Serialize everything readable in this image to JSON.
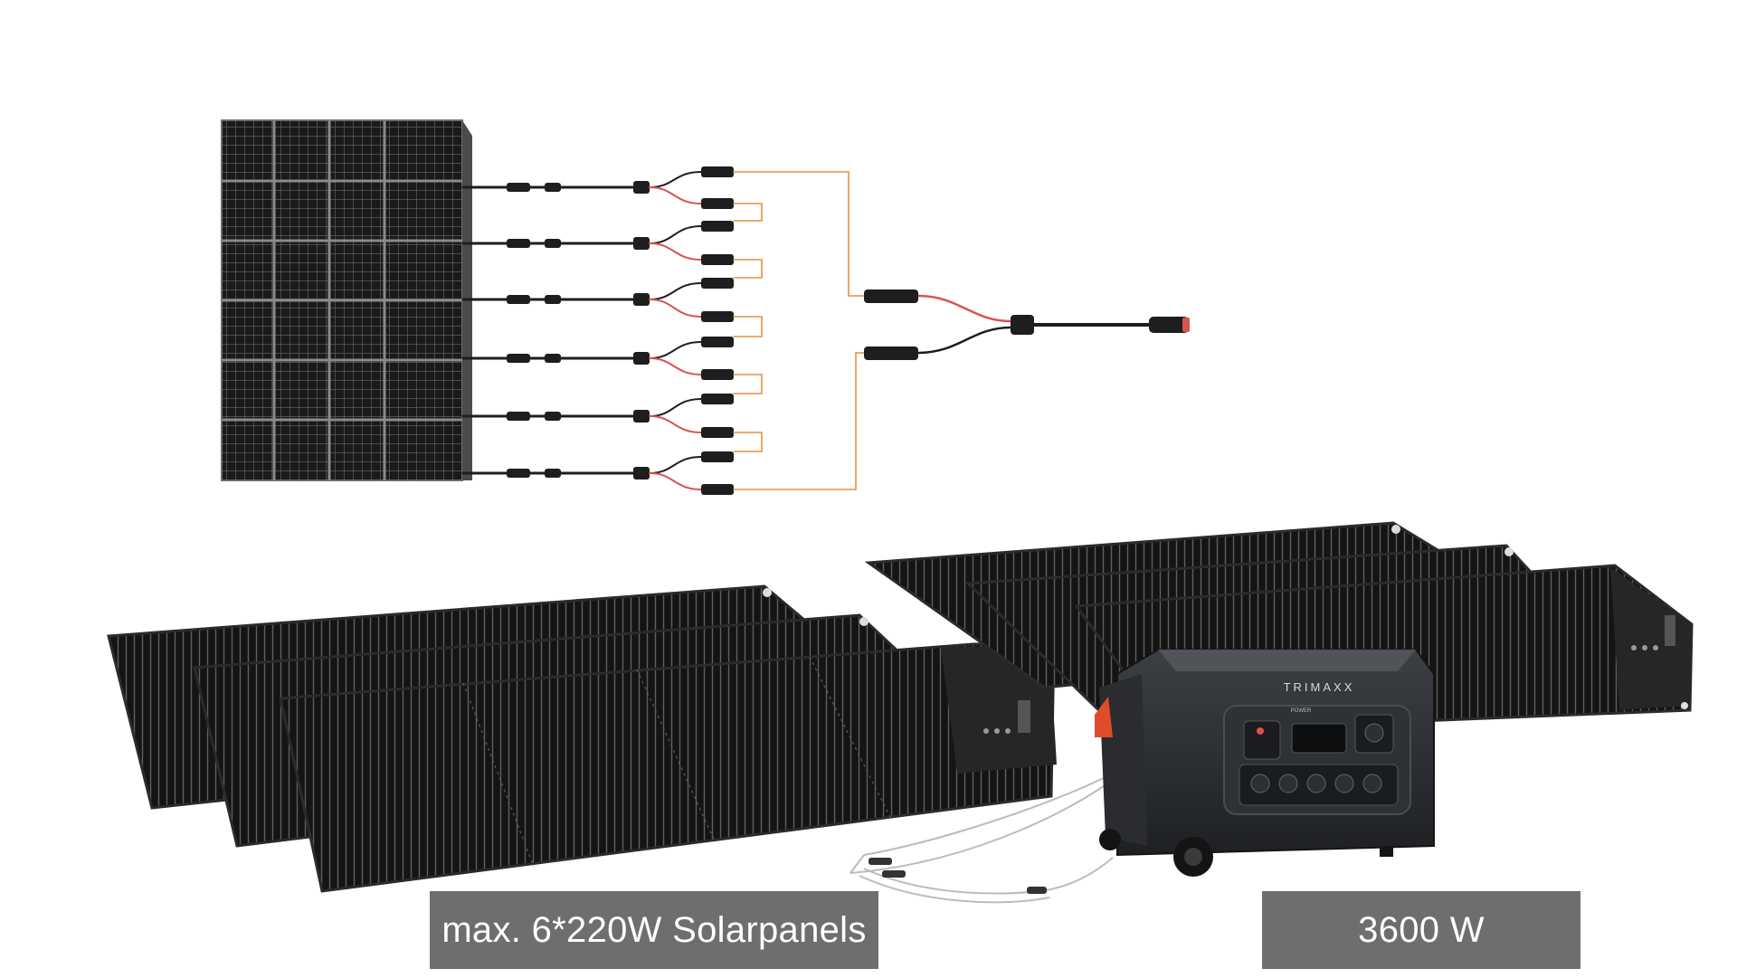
{
  "labels": {
    "panels": "max. 6*220W Solarpanels",
    "power": "3600 W"
  },
  "station": {
    "brand": "TRIMAXX",
    "power_text": "POWER"
  },
  "colors": {
    "panel": "#1b1b1b",
    "frame": "#2b2b2b",
    "cable_red": "#d9534f",
    "cable_orange": "#e8913c",
    "label_bg": "#6e6e6e",
    "label_text": "#ffffff"
  }
}
